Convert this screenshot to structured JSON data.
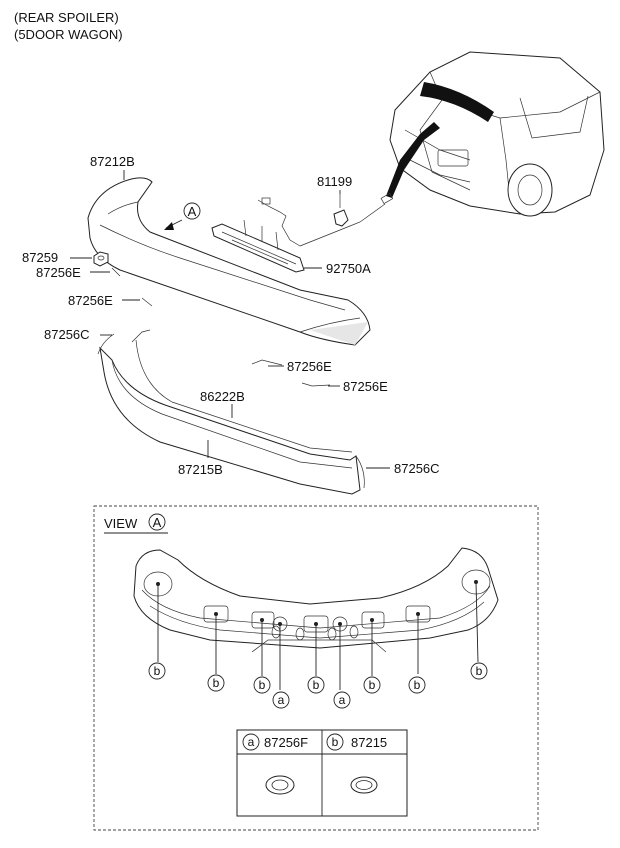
{
  "header": {
    "line1": "(REAR SPOILER)",
    "line2": "(5DOOR WAGON)"
  },
  "parts": {
    "p87212B": "87212B",
    "p81199": "81199",
    "p87259": "87259",
    "p87256E_1": "87256E",
    "p87256E_2": "87256E",
    "p92750A": "92750A",
    "p87256C_1": "87256C",
    "p87256E_3": "87256E",
    "p87256E_4": "87256E",
    "p86222B": "86222B",
    "p87215B": "87215B",
    "p87256C_2": "87256C"
  },
  "view": {
    "label": "VIEW",
    "marker": "A"
  },
  "callouts": [
    "b",
    "b",
    "b",
    "a",
    "b",
    "a",
    "b",
    "b",
    "b"
  ],
  "legend": {
    "a_key": "a",
    "a_part": "87256F",
    "b_key": "b",
    "b_part": "87215"
  }
}
